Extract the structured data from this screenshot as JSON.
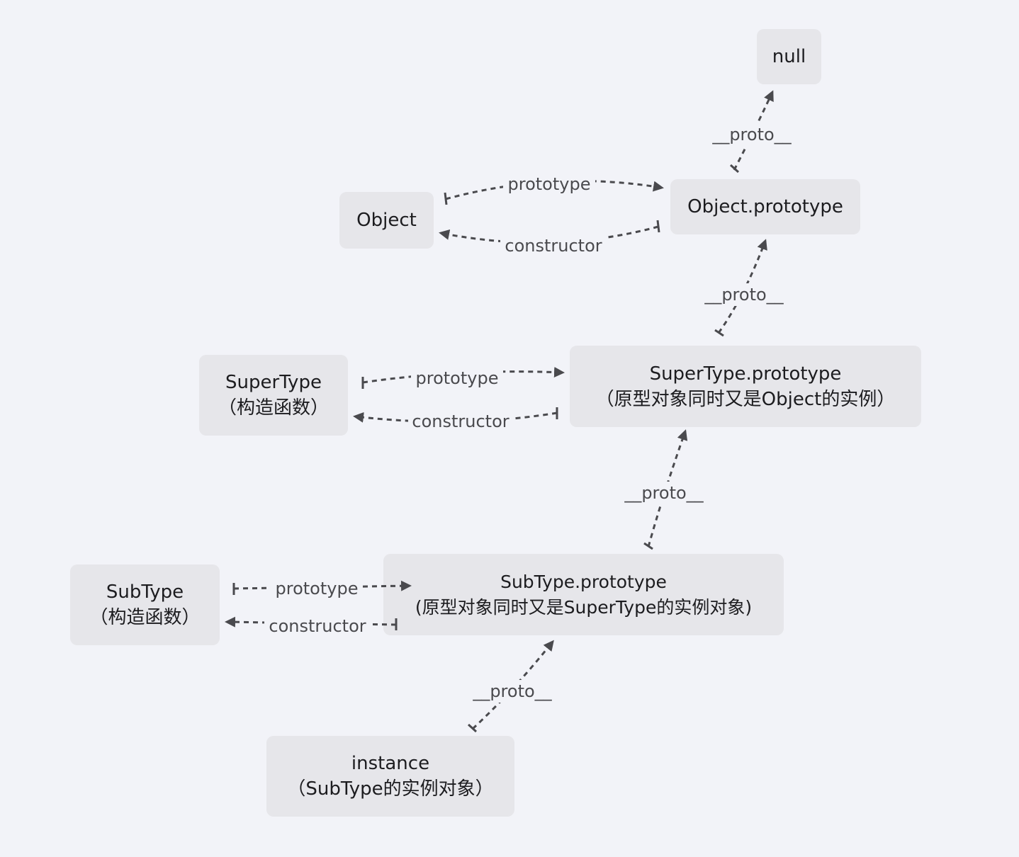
{
  "nodes": {
    "null": {
      "lines": [
        "null"
      ]
    },
    "object": {
      "lines": [
        "Object"
      ]
    },
    "object_prototype": {
      "lines": [
        "Object.prototype"
      ]
    },
    "supertype": {
      "lines": [
        "SuperType",
        "（构造函数）"
      ]
    },
    "supertype_prototype": {
      "lines": [
        "SuperType.prototype",
        "（原型对象同时又是Object的实例）"
      ]
    },
    "subtype": {
      "lines": [
        "SubType",
        "（构造函数）"
      ]
    },
    "subtype_prototype": {
      "lines": [
        "SubType.prototype",
        "(原型对象同时又是SuperType的实例对象)"
      ]
    },
    "instance": {
      "lines": [
        "instance",
        "（SubType的实例对象）"
      ]
    }
  },
  "edges": {
    "proto_objproto_null": "__proto__",
    "object_prototype": "prototype",
    "object_constructor": "constructor",
    "proto_superproto_objproto": "__proto__",
    "super_prototype": "prototype",
    "super_constructor": "constructor",
    "proto_subproto_superproto": "__proto__",
    "sub_prototype": "prototype",
    "sub_constructor": "constructor",
    "proto_instance_subproto": "__proto__"
  },
  "colors": {
    "background": "#f2f3f8",
    "node_fill": "#e6e6ea",
    "edge": "#4a4a4e",
    "text": "#1c1c1f"
  }
}
